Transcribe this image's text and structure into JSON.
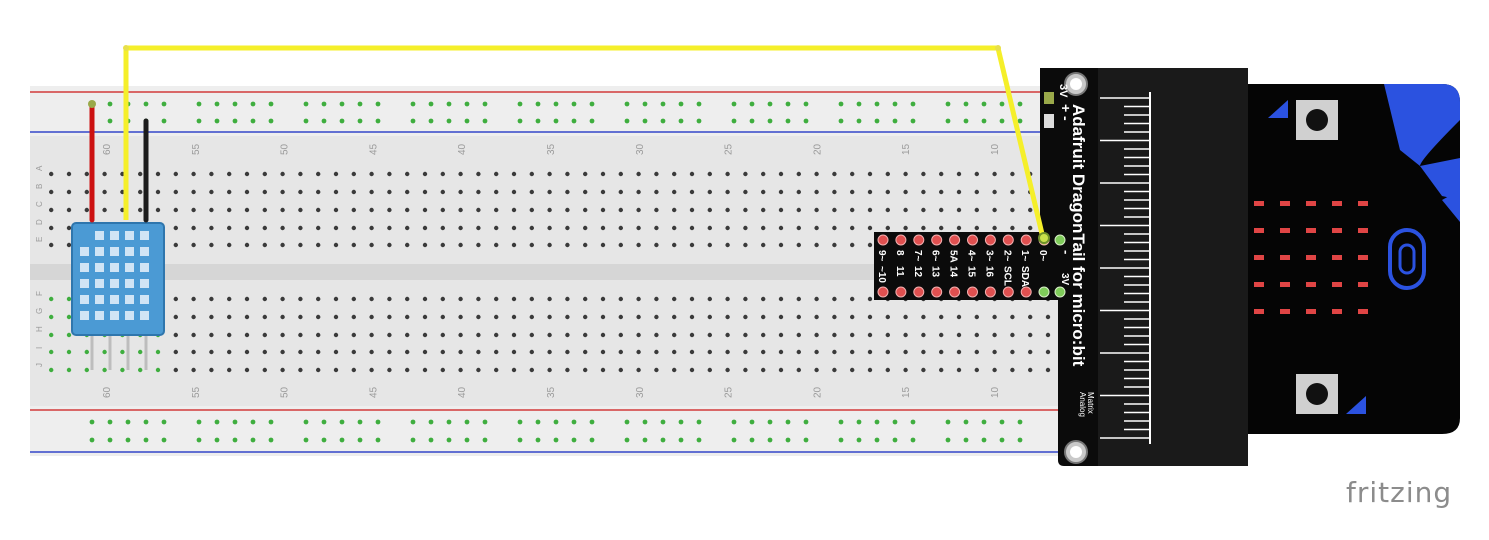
{
  "breadboard": {
    "column_numbers": [
      "60",
      "55",
      "50",
      "45",
      "40",
      "35",
      "30",
      "25",
      "20",
      "15",
      "10"
    ],
    "row_letters_top": [
      "A",
      "B",
      "C",
      "D",
      "E"
    ],
    "row_letters_bottom": [
      "F",
      "G",
      "H",
      "I",
      "J"
    ]
  },
  "dragontail": {
    "title": "Adafruit DragonTail for micro:bit",
    "legend_matrix": "Matrix",
    "legend_analog": "Analog",
    "power_labels": [
      "3V",
      "+",
      "-"
    ],
    "pins_top": [
      "9~",
      "8",
      "7~",
      "6~",
      "5A",
      "4~",
      "3~",
      "2~",
      "1~",
      "0~"
    ],
    "pins_bottom": [
      "~10",
      "11",
      "12",
      "13",
      "14",
      "15",
      "16",
      "SCL",
      "SDA"
    ],
    "gnd_label": "-",
    "power_label_bottom": "3V"
  },
  "microbit": {
    "button_a": "A",
    "button_b": "B",
    "led_rows": 5,
    "led_cols": 5
  },
  "wires": [
    {
      "name": "power",
      "color": "#cc1111"
    },
    {
      "name": "data",
      "color": "#f5ef2a"
    },
    {
      "name": "ground",
      "color": "#1c1c1c"
    }
  ],
  "sensor": {
    "name": "DHT11",
    "color": "#4b9ad4"
  },
  "brand": {
    "label": "fritzing"
  }
}
